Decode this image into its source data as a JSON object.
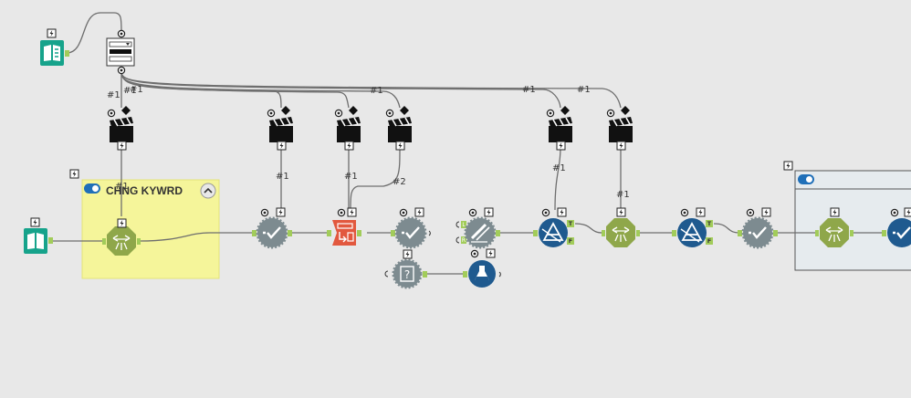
{
  "containers": [
    {
      "id": "chng",
      "title": "CHNG KYWRD",
      "color": "#f5f59a",
      "collapsible": true
    },
    {
      "id": "right",
      "title": "",
      "color": "#e6ebee",
      "collapsible": false
    }
  ],
  "connection_labels": [
    "#1",
    "#1",
    "#1",
    "#1",
    "#1",
    "#1",
    "#1",
    "#1",
    "#1",
    "#2",
    "#1",
    "#1"
  ],
  "colors": {
    "teal_book": "#16a38b",
    "gray_tool": "#7d8b90",
    "green_formula": "#8fa74a",
    "orange_tool": "#e2583e",
    "blue_tool": "#1f5a8f",
    "anchor_green": "#a2cc5a",
    "wire": "#6e6e6e"
  },
  "tools": [
    {
      "name": "input-data-tool-1",
      "icon": "book-icon"
    },
    {
      "name": "dropdown-interface-tool",
      "icon": "dropdown-icon"
    },
    {
      "name": "action-tool-1",
      "icon": "clapperboard-icon"
    },
    {
      "name": "action-tool-2",
      "icon": "clapperboard-icon"
    },
    {
      "name": "action-tool-3",
      "icon": "clapperboard-icon"
    },
    {
      "name": "action-tool-4",
      "icon": "clapperboard-icon"
    },
    {
      "name": "action-tool-5",
      "icon": "clapperboard-icon"
    },
    {
      "name": "action-tool-6",
      "icon": "clapperboard-icon"
    },
    {
      "name": "input-data-tool-2",
      "icon": "book-icon"
    },
    {
      "name": "formula-tool-1",
      "icon": "formula-icon"
    },
    {
      "name": "select-tool-1",
      "icon": "checkmark-icon"
    },
    {
      "name": "dynamic-rename-tool",
      "icon": "dynamic-rename-icon"
    },
    {
      "name": "select-tool-2",
      "icon": "checkmark-icon"
    },
    {
      "name": "test-tool",
      "icon": "question-icon"
    },
    {
      "name": "browse-lab-tool",
      "icon": "flask-icon"
    },
    {
      "name": "join-tool",
      "icon": "join-icon"
    },
    {
      "name": "filter-tool-1",
      "icon": "filter-icon"
    },
    {
      "name": "formula-tool-2",
      "icon": "formula-icon"
    },
    {
      "name": "filter-tool-2",
      "icon": "filter-icon"
    },
    {
      "name": "select-tool-3",
      "icon": "checkmark-icon"
    },
    {
      "name": "formula-tool-3",
      "icon": "formula-icon"
    },
    {
      "name": "select-tool-4",
      "icon": "checkmark-icon"
    }
  ],
  "anchor_letters": {
    "true": "T",
    "false": "F",
    "left": "L",
    "right": "R"
  }
}
